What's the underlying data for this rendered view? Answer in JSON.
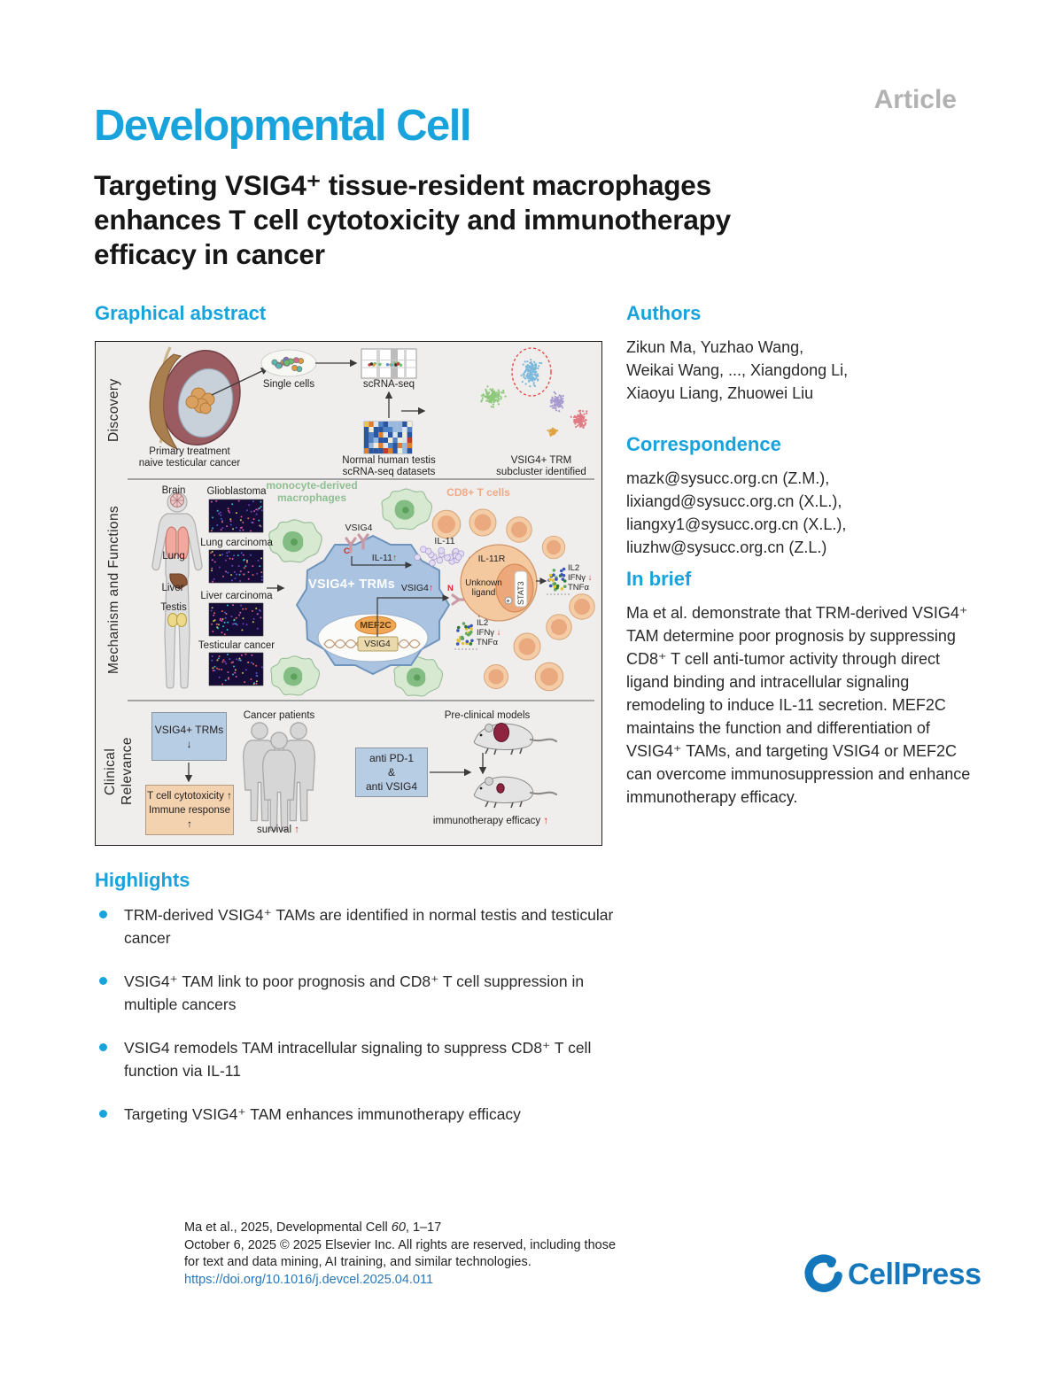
{
  "masthead": {
    "article_label": "Article",
    "journal": "Developmental Cell",
    "title_lines": [
      "Targeting VSIG4⁺ tissue-resident macrophages",
      "enhances T cell cytotoxicity and immunotherapy",
      "efficacy in cancer"
    ]
  },
  "sections": {
    "graphical_abstract": "Graphical abstract",
    "authors": "Authors",
    "correspondence": "Correspondence",
    "in_brief": "In brief",
    "highlights": "Highlights"
  },
  "authors": {
    "lines": [
      "Zikun Ma, Yuzhao Wang,",
      "Weikai Wang, ..., Xiangdong Li,",
      "Xiaoyu Liang, Zhuowei Liu"
    ]
  },
  "correspondence": {
    "lines": [
      "mazk@sysucc.org.cn (Z.M.),",
      "lixiangd@sysucc.org.cn (X.L.),",
      "liangxy1@sysucc.org.cn (X.L.),",
      "liuzhw@sysucc.org.cn (Z.L.)"
    ]
  },
  "in_brief": {
    "text": "Ma et al. demonstrate that TRM-derived VSIG4⁺ TAM determine poor prognosis by suppressing CD8⁺ T cell anti-tumor activity through direct ligand binding and intracellular signaling remodeling to induce IL-11 secretion. MEF2C maintains the function and differentiation of VSIG4⁺ TAMs, and targeting VSIG4 or MEF2C can overcome immunosuppression and enhance immunotherapy efficacy."
  },
  "highlights": {
    "items": [
      "TRM-derived VSIG4⁺ TAMs are identified in normal testis and testicular cancer",
      "VSIG4⁺ TAM link to poor prognosis and CD8⁺ T cell suppression in multiple cancers",
      "VSIG4 remodels TAM intracellular signaling to suppress CD8⁺ T cell function via IL-11",
      "Targeting VSIG4⁺ TAM enhances immunotherapy efficacy"
    ]
  },
  "footer": {
    "citation_prefix": "Ma et al., 2025, Developmental Cell ",
    "citation_volume": "60",
    "citation_suffix": ", 1–17",
    "rights_line1": "October 6, 2025 © 2025 Elsevier Inc. All rights are reserved, including those",
    "rights_line2": "for text and data mining, AI training, and similar technologies.",
    "doi": "https://doi.org/10.1016/j.devcel.2025.04.011",
    "cellpress": "CellPress"
  },
  "figure": {
    "row_labels": [
      "Discovery",
      "Mechanism and Functions"
    ],
    "row_labels_clinical": [
      "Clinical",
      "Relevance"
    ],
    "discovery": {
      "testis_caption": [
        "Primary treatment",
        "naive testicular cancer"
      ],
      "single_cells_label": "Single cells",
      "scrnaseq_label": "scRNA-seq",
      "datasets_caption": [
        "Normal human testis",
        "scRNA-seq datasets"
      ],
      "umap_caption": [
        "VSIG4+ TRM",
        "subcluster identified"
      ]
    },
    "mechanism": {
      "organ_brain": "Brain",
      "organ_lung": "Lung",
      "organ_liver": "Liver",
      "organ_testis": "Testis",
      "img_labels": [
        "Glioblastoma",
        "Lung carcinoma",
        "Liver carcinoma",
        "Testicular cancer"
      ],
      "mono_label": [
        "monocyte-derived",
        "macrophages"
      ],
      "cd8_label": "CD8+ T cells",
      "vsig4_receptor": "VSIG4",
      "c_term": "C",
      "n_term": "N",
      "il11_up": {
        "text": "IL-11",
        "arrow": "↑"
      },
      "il11_molecules": "IL-11",
      "il11r": "IL-11R",
      "trm_cell": "VSIG4+ TRMs",
      "vsig4_up": {
        "text": "VSIG4",
        "arrow": "↑"
      },
      "unknown_ligand": [
        "Unknown",
        "ligand"
      ],
      "stat3": "STAT3",
      "mef2c": "MEF2C",
      "vsig4_gene": "VSIG4",
      "phospho": "+",
      "cytokines": {
        "il2": "IL2",
        "ifng": "IFNγ",
        "ifng_arrow": "↓",
        "tnfa": "TNFα"
      }
    },
    "clinical": {
      "box_trms": {
        "text": "VSIG4+ TRMs",
        "arrow": "↓"
      },
      "box_tcell_line1": {
        "text": "T cell cytotoxicity",
        "arrow": "↑"
      },
      "box_tcell_line2": {
        "text": "Immune response",
        "arrow": "↑"
      },
      "cancer_patients": "Cancer patients",
      "survival": {
        "text": "survival",
        "arrow": "↑"
      },
      "preclinical": "Pre-clinical models",
      "anti_box": [
        "anti PD-1",
        "&",
        "anti VSIG4"
      ],
      "immunotherapy": {
        "text": "immunotherapy efficacy",
        "arrow": "↑"
      }
    }
  },
  "figure_decor": {
    "accent_cyan": "#18a3dc",
    "umap_cluster_colors": [
      "#8cc878",
      "#7ab8dc",
      "#a79ad0",
      "#e07a84",
      "#e0a443"
    ],
    "single_cell_palette": [
      "#b06ac0",
      "#6abf69",
      "#5b8fd4",
      "#e39b3b",
      "#d96a8a",
      "#58b8b0",
      "#8a6ad0",
      "#c8c84a"
    ],
    "chip_dot_palette": [
      "#b06ac0",
      "#6abf69",
      "#5b8fd4",
      "#e39b3b",
      "#d03a3a",
      "#58b8b0",
      "#333333"
    ],
    "heatmap_palette": [
      "#2a55a0",
      "#4f81c4",
      "#9ab8dc",
      "#dce6f0",
      "#f2ecd4",
      "#e8c84a",
      "#df7f2e",
      "#c23b2b"
    ],
    "micrograph_palette": [
      "#d84fa8",
      "#4858c8",
      "#c8c855",
      "#30b8c8",
      "#e06060",
      "#7040c0"
    ],
    "cytokine_palette": [
      "#2f7a2f",
      "#e3c32f",
      "#3a57b5",
      "#63a863",
      "#e3c32f"
    ],
    "il11_molecule_color": "#e3ddf3",
    "il11_molecule_stroke": "#a694cc"
  }
}
